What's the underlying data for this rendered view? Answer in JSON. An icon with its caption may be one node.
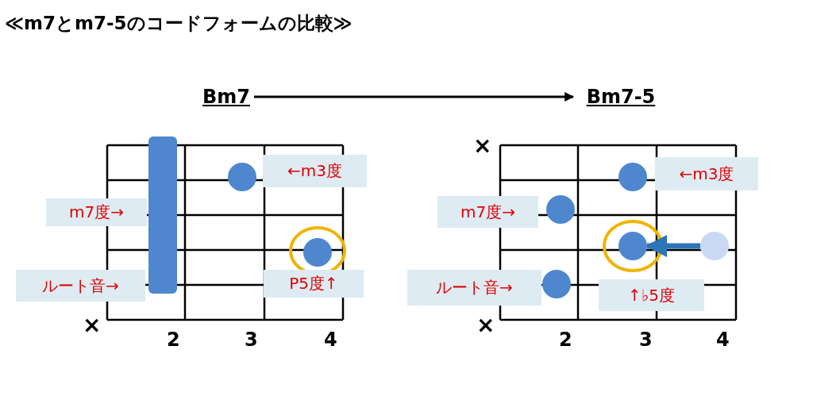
{
  "diagram": {
    "title": "≪m7とm7-5のコードフォームの比較≫",
    "nodes": [
      {
        "text": [
          "Bm7"
        ]
      },
      {
        "text": [
          "Bm7-5"
        ]
      },
      {
        "text": [],
        "shape": "bar"
      },
      {
        "text": [],
        "shape": "circle"
      },
      {
        "text": [],
        "shape": "circle"
      },
      {
        "text": [],
        "shape": "circle"
      },
      {
        "text": [],
        "shape": "circle"
      },
      {
        "text": [],
        "shape": "circle"
      },
      {
        "text": [],
        "shape": "circle"
      },
      {
        "text": [],
        "shape": "circle"
      }
    ],
    "edges": [
      {
        "from": 0,
        "to": 1,
        "arrow": "to"
      },
      {
        "from": 8,
        "to": 7,
        "arrow": "to",
        "style": "thick",
        "color": "#2e75b6"
      }
    ],
    "labels": [
      "←m3度",
      "m7度→",
      "ルート音→",
      "P5度↑",
      "×",
      "2",
      "3",
      "4",
      "×",
      "←m3度",
      "m7度→",
      "ルート音→",
      "↑♭5度",
      "×",
      "2",
      "3",
      "4"
    ]
  }
}
